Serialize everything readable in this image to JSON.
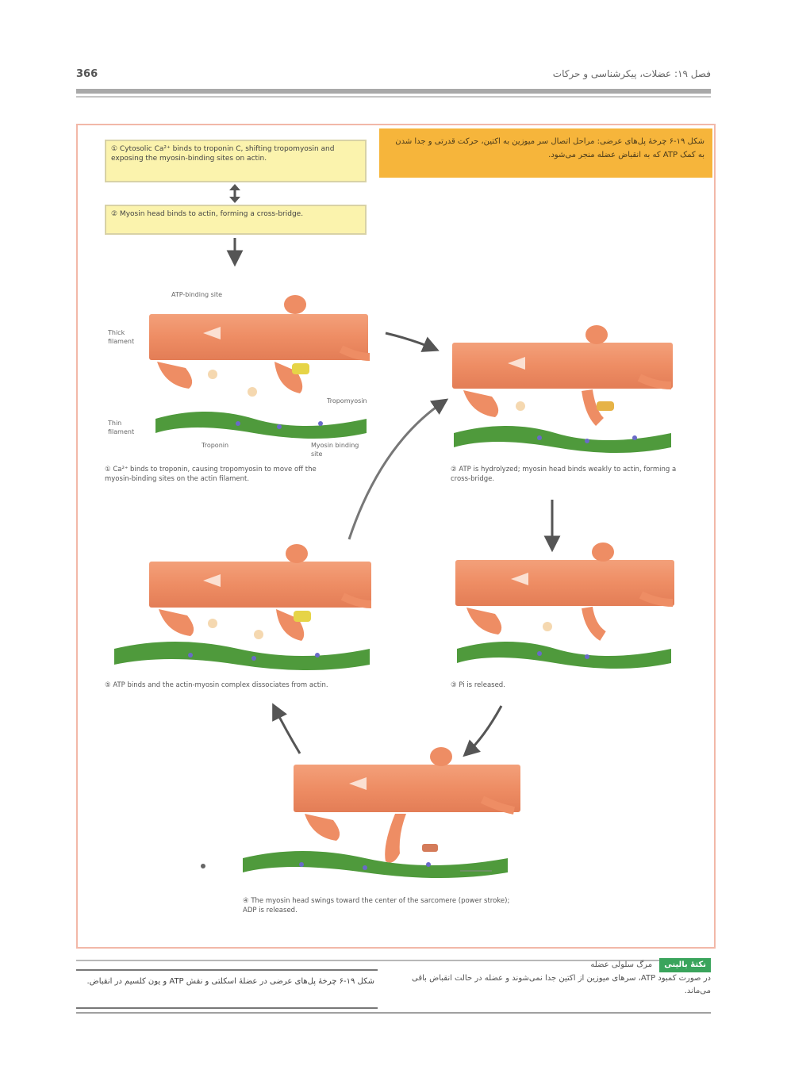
{
  "header": {
    "page_number": "366",
    "chapter_title": "فصل ۱۹: عضلات، پیکرشناسی و حرکات"
  },
  "figure": {
    "caption": "شکل ۱۹-۶  چرخهٔ پل‌های عرضی: مراحل اتصال سر میوزین به اکتین، حرکت قدرتی و جدا شدن به کمک ATP که به انقباض عضله منجر می‌شود.",
    "notes": [
      "① Cytosolic Ca²⁺ binds to troponin C, shifting tropomyosin and exposing the myosin-binding sites on actin.",
      "② Myosin head binds to actin, forming a cross-bridge."
    ],
    "labels": {
      "atp_binding_site": "ATP-binding site",
      "thick_filament": "Thick filament",
      "thin_filament": "Thin filament",
      "tropomyosin": "Tropomyosin",
      "troponin": "Troponin",
      "myosin_binding_site": "Myosin binding site"
    },
    "steps": [
      {
        "caption": "① Ca²⁺ binds to troponin, causing tropomyosin to move off the myosin-binding sites on the actin filament."
      },
      {
        "caption": "② ATP is hydrolyzed; myosin head binds weakly to actin, forming a cross-bridge."
      },
      {
        "caption": "③ Pi is released."
      },
      {
        "caption": "④ The myosin head swings toward the center of the sarcomere (power stroke); ADP is released."
      },
      {
        "caption": "⑤ ATP binds and the actin-myosin complex dissociates from actin."
      }
    ]
  },
  "footer": {
    "left_text": "شکل ۱۹-۶ چرخهٔ پل‌های عرضی در عضلهٔ اسکلتی و نقش ATP و یون کلسیم در انقباض.",
    "right_badge": "نکتهٔ بالینی",
    "right_title": "مرگ سلولی عضله",
    "right_text": "در صورت کمبود ATP، سرهای میوزین از اکتین جدا نمی‌شوند و عضله در حالت انقباض باقی می‌ماند."
  }
}
